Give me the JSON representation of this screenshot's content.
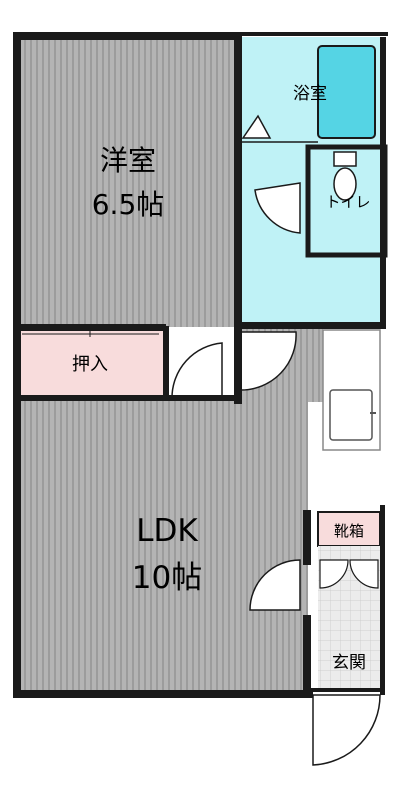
{
  "rooms": {
    "western_room": {
      "name": "洋室",
      "size": "6.5帖"
    },
    "closet": {
      "name": "押入"
    },
    "bathroom": {
      "name": "浴室"
    },
    "toilet": {
      "name": "トイレ"
    },
    "ldk": {
      "name": "LDK",
      "size": "10帖"
    },
    "shoe_cabinet": {
      "name": "靴箱"
    },
    "entrance": {
      "name": "玄関"
    }
  },
  "colors": {
    "wall": "#1a1a1a",
    "flooring": "#b4b4b4",
    "flooring_stripe": "#9c9c9c",
    "wet_area": "#bff2f6",
    "closet": "#f8dcdc",
    "bathtub": "#55d4e4",
    "entrance_floor": "#ececec",
    "fixture": "#ffffff"
  }
}
